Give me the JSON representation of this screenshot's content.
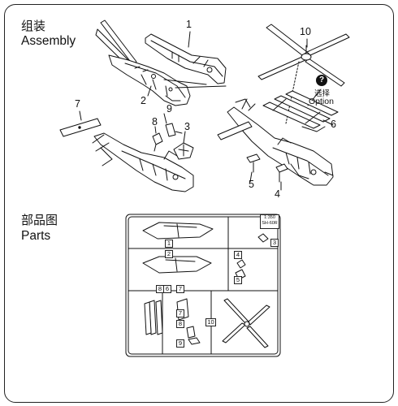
{
  "sections": {
    "assembly": {
      "title_zh": "组装",
      "title_en": "Assembly"
    },
    "parts": {
      "title_zh": "部品图",
      "title_en": "Parts"
    }
  },
  "callouts": {
    "c1": "1",
    "c2": "2",
    "c3": "3",
    "c4": "4",
    "c5": "5",
    "c6": "6",
    "c7": "7",
    "c8": "8",
    "c9": "9",
    "c10": "10"
  },
  "option": {
    "icon": "question-mark-icon",
    "mark": "?",
    "label_zh": "选择",
    "label_en": "Option"
  },
  "sprue_tags": {
    "t1": "1",
    "t2": "2",
    "t3": "3",
    "t4": "4",
    "t5": "5",
    "t6": "6",
    "t7a": "7",
    "t7b": "7",
    "t8a": "8",
    "t8b": "8",
    "t9": "9",
    "t10": "10"
  },
  "scale_tag": {
    "scale": "1:350",
    "model": "SH-60R"
  }
}
